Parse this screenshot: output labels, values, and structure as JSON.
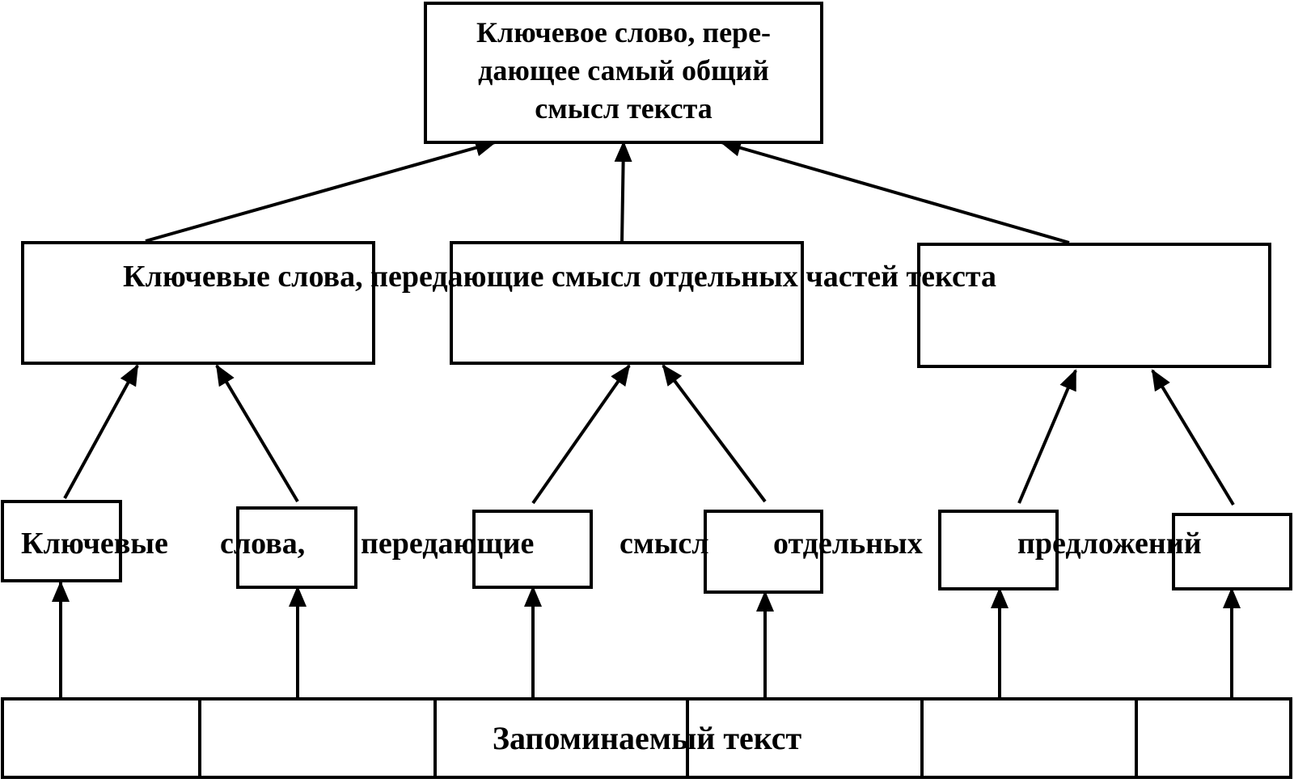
{
  "diagram": {
    "top_box": {
      "line1": "Ключевое слово, пере-",
      "line2": "дающее самый общий",
      "line3": "смысл текста"
    },
    "middle_label": "Ключевые слова, передающие смысл отдельных частей текста",
    "lower_label": {
      "w1": "Ключевые",
      "w2": "слова,",
      "w3": "передающие",
      "w4": "смысл",
      "w5": "отдельных",
      "w6": "предложений"
    },
    "bottom_label": "Запоминаемый текст"
  }
}
